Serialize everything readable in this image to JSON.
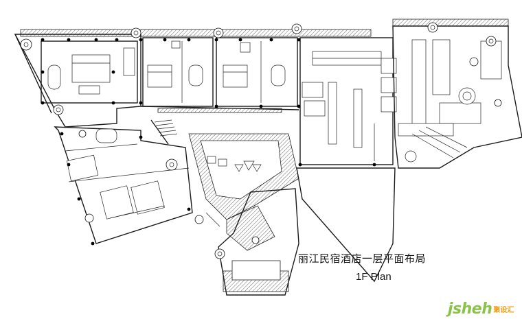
{
  "title_cn": "丽江民宿酒店一层平面布局",
  "title_en": "1F Plan",
  "logo": {
    "main": "jsheh",
    "sub": "聚设汇",
    "colors": {
      "main": "#8bc34a",
      "sub": "#f39c12"
    }
  },
  "line_color": "#1a1a1a"
}
